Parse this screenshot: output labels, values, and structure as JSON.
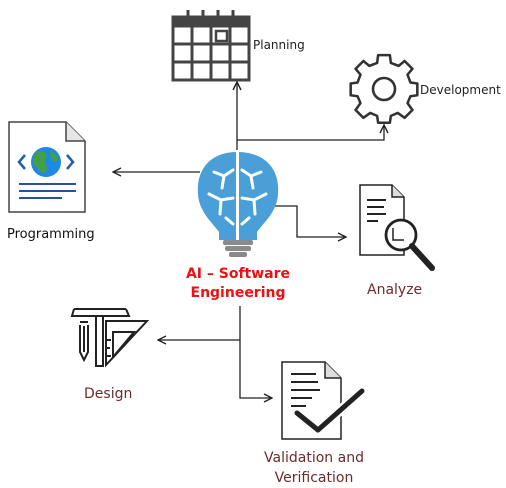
{
  "center": {
    "line1": "AI – Software",
    "line2": "Engineering",
    "color": "#ee1111"
  },
  "nodes": {
    "planning": {
      "label": "Planning",
      "icon": "calendar-icon"
    },
    "development": {
      "label": "Development",
      "icon": "gear-icon"
    },
    "programming": {
      "label": "Programming",
      "icon": "code-document-icon"
    },
    "analyze": {
      "label": "Analyze",
      "icon": "magnifier-document-icon"
    },
    "design": {
      "label": "Design",
      "icon": "drafting-tools-icon"
    },
    "validation": {
      "line1": "Validation and",
      "line2": "Verification",
      "icon": "checkmark-document-icon"
    }
  },
  "colors": {
    "line": "#222222",
    "brain_bulb": "#4a9fd8",
    "brown_label": "#6b2b2b"
  }
}
